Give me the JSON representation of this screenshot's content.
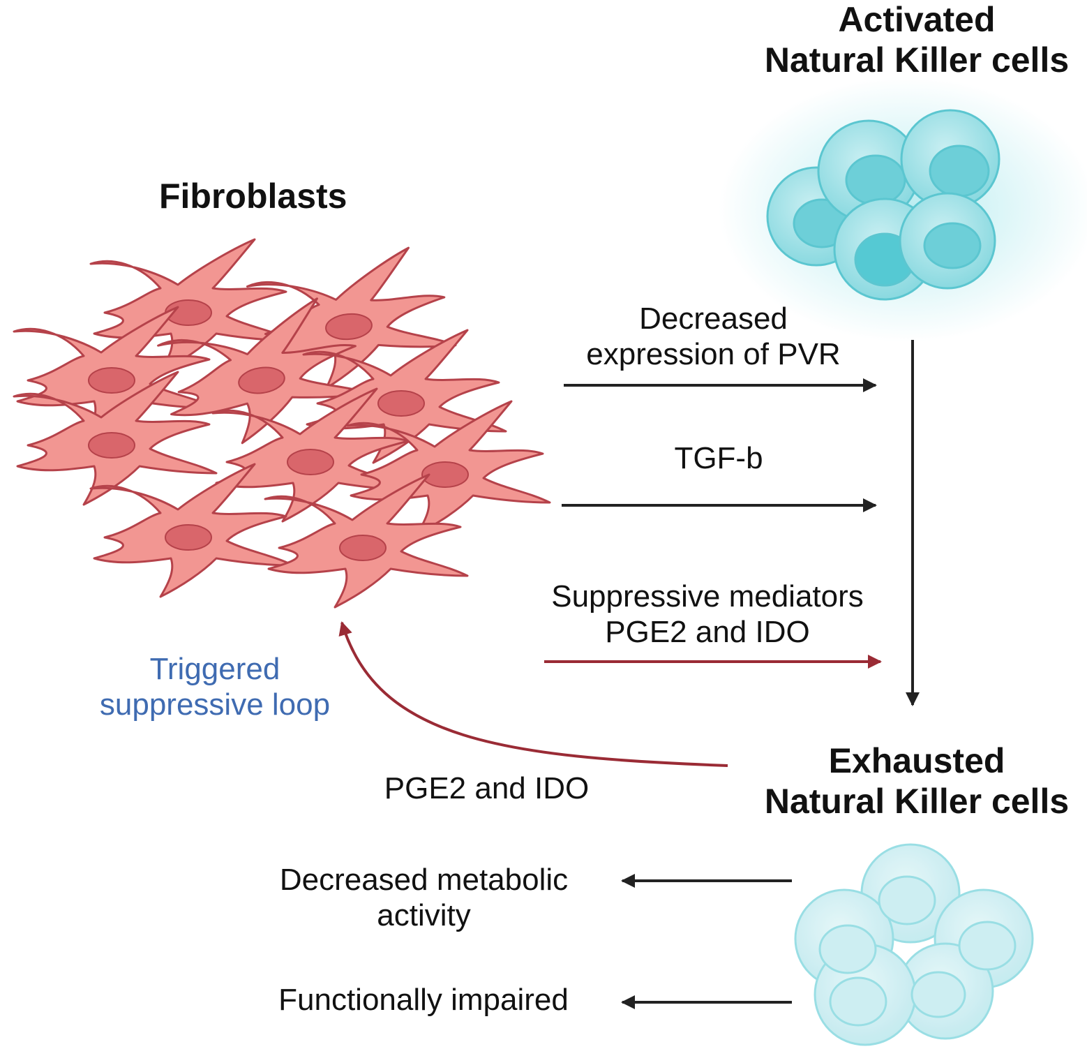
{
  "title_fibroblasts": "Fibroblasts",
  "title_activated": {
    "line1": "Activated",
    "line2": "Natural Killer cells"
  },
  "title_exhausted": {
    "line1": "Exhausted",
    "line2": "Natural Killer cells"
  },
  "arrow_labels": {
    "pvr": {
      "line1": "Decreased",
      "line2": "expression of PVR"
    },
    "tgf": "TGF-b",
    "suppressive": {
      "line1": "Suppressive mediators",
      "line2": "PGE2 and IDO"
    },
    "loop_molecules": "PGE2 and IDO",
    "loop": {
      "line1": "Triggered",
      "line2": "suppressive loop"
    }
  },
  "outcomes": {
    "metabolic": {
      "line1": "Decreased metabolic",
      "line2": "activity"
    },
    "impaired": "Functionally impaired"
  },
  "colors": {
    "fibroblast_fill": "#f29692",
    "fibroblast_stroke": "#b5424a",
    "nucleus": "#d9666b",
    "nk_active": "#7fd6de",
    "nk_exhausted": "#b8e8ee",
    "arrow_dark": "#222222",
    "arrow_red": "#9a2b35",
    "loop_text": "#3f6bb1"
  }
}
